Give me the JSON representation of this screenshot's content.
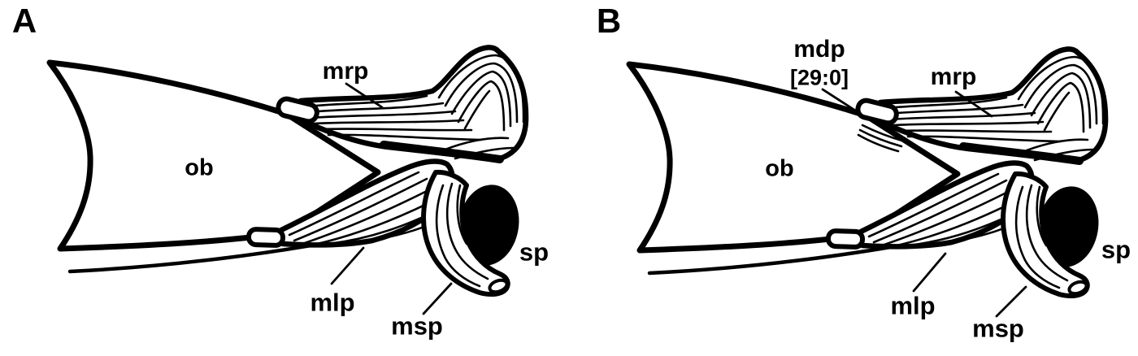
{
  "figure": {
    "type": "anatomical-line-drawing",
    "background_color": "#ffffff",
    "ink_color": "#000000",
    "panels": [
      {
        "letter": "A",
        "labels": {
          "ob": "ob",
          "mrp": "mrp",
          "mlp": "mlp",
          "msp": "msp",
          "sp": "sp"
        }
      },
      {
        "letter": "B",
        "labels": {
          "ob": "ob",
          "mdp": "mdp",
          "mdp_state": "[29:0]",
          "mrp": "mrp",
          "mlp": "mlp",
          "msp": "msp",
          "sp": "sp"
        }
      }
    ]
  }
}
